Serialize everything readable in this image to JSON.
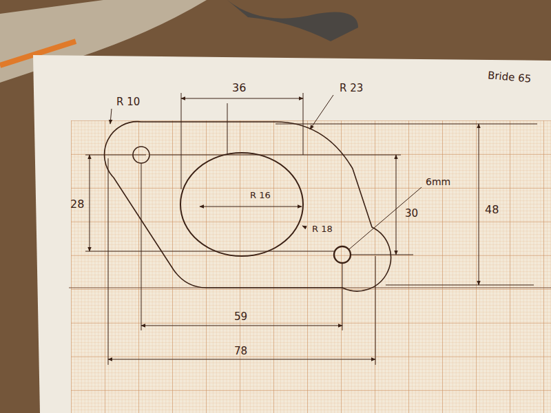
{
  "diagram": {
    "labels": [
      "R 10",
      "36",
      "R 23",
      "Bride 65",
      "28",
      "R 16",
      "R 18",
      "30",
      "6mm",
      "48",
      "59",
      "78"
    ]
  }
}
